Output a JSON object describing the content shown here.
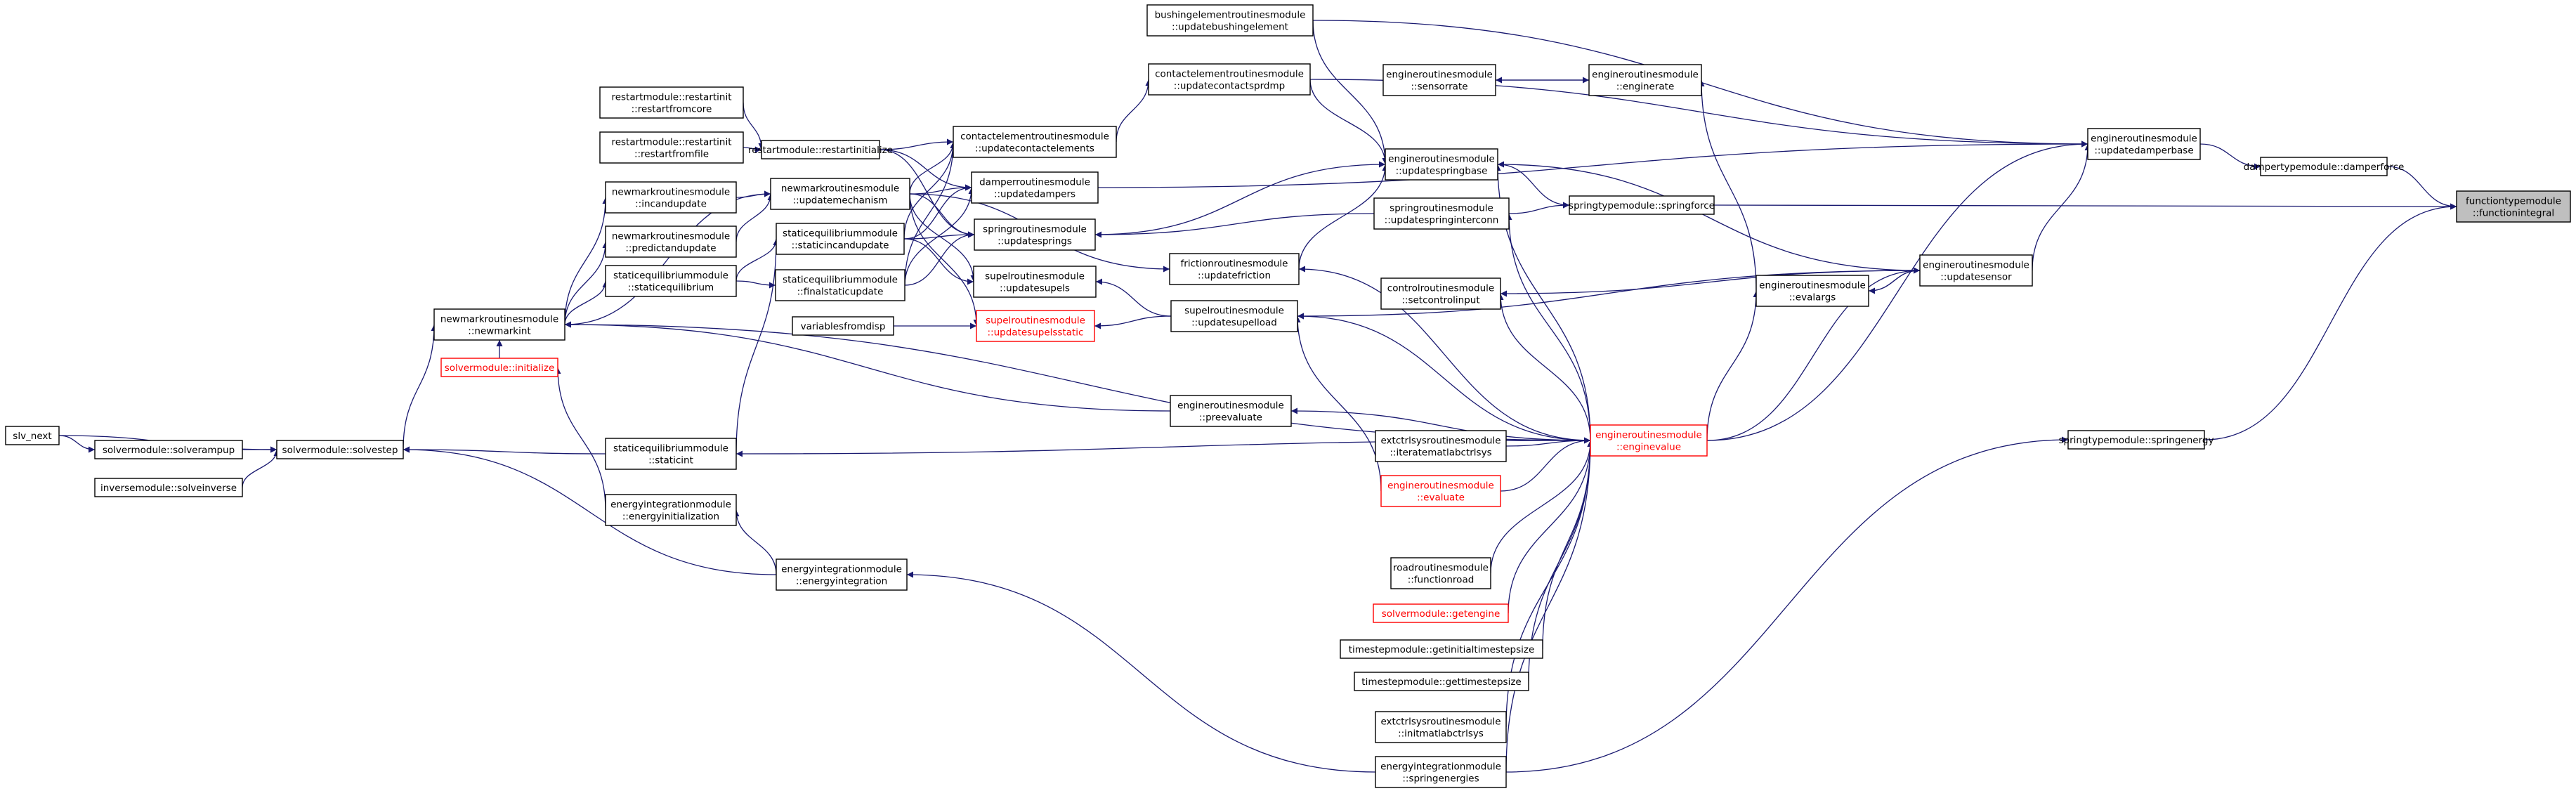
{
  "diagram": {
    "nodes": [
      {
        "id": "root",
        "lines": [
          "functiontypemodule",
          "::functionintegral"
        ],
        "style": "root"
      },
      {
        "id": "damperforce",
        "lines": [
          "dampertypemodule::damperforce"
        ]
      },
      {
        "id": "updatedamperbase",
        "lines": [
          "engineroutinesmodule",
          "::updatedamperbase"
        ]
      },
      {
        "id": "updatebushingelement",
        "lines": [
          "bushingelementroutinesmodule",
          "::updatebushingelement"
        ]
      },
      {
        "id": "updatecontactsprdmp",
        "lines": [
          "contactelementroutinesmodule",
          "::updatecontactsprdmp"
        ]
      },
      {
        "id": "sensorrate",
        "lines": [
          "engineroutinesmodule",
          "::sensorrate"
        ]
      },
      {
        "id": "enginerate",
        "lines": [
          "engineroutinesmodule",
          "::enginerate"
        ]
      },
      {
        "id": "restartfromcore",
        "lines": [
          "restartmodule::restartinit",
          "::restartfromcore"
        ]
      },
      {
        "id": "restartfromfile",
        "lines": [
          "restartmodule::restartinit",
          "::restartfromfile"
        ]
      },
      {
        "id": "restartinitialize",
        "lines": [
          "restartmodule::restartinitialize"
        ]
      },
      {
        "id": "updatecontactelements",
        "lines": [
          "contactelementroutinesmodule",
          "::updatecontactelements"
        ]
      },
      {
        "id": "updatespringbase",
        "lines": [
          "engineroutinesmodule",
          "::updatespringbase"
        ]
      },
      {
        "id": "updatemechanism",
        "lines": [
          "newmarkroutinesmodule",
          "::updatemechanism"
        ]
      },
      {
        "id": "updatedampers",
        "lines": [
          "damperroutinesmodule",
          "::updatedampers"
        ]
      },
      {
        "id": "incandupdate",
        "lines": [
          "newmarkroutinesmodule",
          "::incandupdate"
        ]
      },
      {
        "id": "predictandupdate",
        "lines": [
          "newmarkroutinesmodule",
          "::predictandupdate"
        ]
      },
      {
        "id": "springforce",
        "lines": [
          "springtypemodule::springforce"
        ]
      },
      {
        "id": "updatespringinterconn",
        "lines": [
          "springroutinesmodule",
          "::updatespringinterconn"
        ]
      },
      {
        "id": "updatesprings",
        "lines": [
          "springroutinesmodule",
          "::updatesprings"
        ]
      },
      {
        "id": "staticincandupdate",
        "lines": [
          "staticequilibriummodule",
          "::staticincandupdate"
        ]
      },
      {
        "id": "updatesupels",
        "lines": [
          "supelroutinesmodule",
          "::updatesupels"
        ]
      },
      {
        "id": "updatefriction",
        "lines": [
          "frictionroutinesmodule",
          "::updatefriction"
        ]
      },
      {
        "id": "updatesensor",
        "lines": [
          "engineroutinesmodule",
          "::updatesensor"
        ]
      },
      {
        "id": "finalstaticupdate",
        "lines": [
          "staticequilibriummodule",
          "::finalstaticupdate"
        ]
      },
      {
        "id": "staticequilibrium",
        "lines": [
          "staticequilibriummodule",
          "::staticequilibrium"
        ]
      },
      {
        "id": "setcontrolinput",
        "lines": [
          "controlroutinesmodule",
          "::setcontrolinput"
        ]
      },
      {
        "id": "evalargs",
        "lines": [
          "engineroutinesmodule",
          "::evalargs"
        ]
      },
      {
        "id": "updatesupelsstatic",
        "lines": [
          "supelroutinesmodule",
          "::updatesupelsstatic"
        ],
        "style": "red"
      },
      {
        "id": "updatesupelload",
        "lines": [
          "supelroutinesmodule",
          "::updatesupelload"
        ]
      },
      {
        "id": "variablesfromdisp",
        "lines": [
          "variablesfromdisp"
        ]
      },
      {
        "id": "newmarkint",
        "lines": [
          "newmarkroutinesmodule",
          "::newmarkint"
        ]
      },
      {
        "id": "initialize",
        "lines": [
          "solvermodule::initialize"
        ],
        "style": "red"
      },
      {
        "id": "preevaluate",
        "lines": [
          "engineroutinesmodule",
          "::preevaluate"
        ]
      },
      {
        "id": "enginevalue",
        "lines": [
          "engineroutinesmodule",
          "::enginevalue"
        ],
        "style": "red"
      },
      {
        "id": "springenergy",
        "lines": [
          "springtypemodule::springenergy"
        ]
      },
      {
        "id": "slv_next",
        "lines": [
          "slv_next"
        ]
      },
      {
        "id": "solverampup",
        "lines": [
          "solvermodule::solverampup"
        ]
      },
      {
        "id": "solvestep",
        "lines": [
          "solvermodule::solvestep"
        ]
      },
      {
        "id": "staticint",
        "lines": [
          "staticequilibriummodule",
          "::staticint"
        ]
      },
      {
        "id": "iteratematlabctrlsys",
        "lines": [
          "extctrlsysroutinesmodule",
          "::iteratematlabctrlsys"
        ]
      },
      {
        "id": "solveinverse",
        "lines": [
          "inversemodule::solveinverse"
        ]
      },
      {
        "id": "evaluate",
        "lines": [
          "engineroutinesmodule",
          "::evaluate"
        ],
        "style": "red"
      },
      {
        "id": "energyinitialization",
        "lines": [
          "energyintegrationmodule",
          "::energyinitialization"
        ]
      },
      {
        "id": "energyintegration",
        "lines": [
          "energyintegrationmodule",
          "::energyintegration"
        ]
      },
      {
        "id": "functionroad",
        "lines": [
          "roadroutinesmodule",
          "::functionroad"
        ]
      },
      {
        "id": "getengine",
        "lines": [
          "solvermodule::getengine"
        ],
        "style": "red"
      },
      {
        "id": "getinitialtimestepsize",
        "lines": [
          "timestepmodule::getinitialtimestepsize"
        ]
      },
      {
        "id": "gettimestepsize",
        "lines": [
          "timestepmodule::gettimestepsize"
        ]
      },
      {
        "id": "initmatlabctrlsys",
        "lines": [
          "extctrlsysroutinesmodule",
          "::initmatlabctrlsys"
        ]
      },
      {
        "id": "springenergies",
        "lines": [
          "energyintegrationmodule",
          "::springenergies"
        ]
      }
    ],
    "edges": [
      [
        "damperforce",
        "root"
      ],
      [
        "springforce",
        "root"
      ],
      [
        "springenergy",
        "root"
      ],
      [
        "updatedamperbase",
        "damperforce"
      ],
      [
        "updatebushingelement",
        "updatedamperbase"
      ],
      [
        "updatecontactsprdmp",
        "updatedamperbase"
      ],
      [
        "updatedampers",
        "updatedamperbase"
      ],
      [
        "updatesensor",
        "updatedamperbase"
      ],
      [
        "enginevalue",
        "updatedamperbase"
      ],
      [
        "updatespringbase",
        "springforce"
      ],
      [
        "updatespringinterconn",
        "springforce"
      ],
      [
        "springenergies",
        "springenergy"
      ],
      [
        "updatecontactelements",
        "updatecontactsprdmp"
      ],
      [
        "enginerate",
        "sensorrate"
      ],
      [
        "sensorrate",
        "enginerate"
      ],
      [
        "evalargs",
        "enginerate"
      ],
      [
        "restartfromcore",
        "restartinitialize"
      ],
      [
        "restartfromfile",
        "restartinitialize"
      ],
      [
        "updatemechanism",
        "updatecontactelements"
      ],
      [
        "staticincandupdate",
        "updatecontactelements"
      ],
      [
        "restartinitialize",
        "updatecontactelements"
      ],
      [
        "finalstaticupdate",
        "updatecontactelements"
      ],
      [
        "updatebushingelement",
        "updatespringbase"
      ],
      [
        "updatecontactsprdmp",
        "updatespringbase"
      ],
      [
        "updatesprings",
        "updatespringbase"
      ],
      [
        "updatefriction",
        "updatespringbase"
      ],
      [
        "updatesensor",
        "updatespringbase"
      ],
      [
        "enginevalue",
        "updatespringbase"
      ],
      [
        "incandupdate",
        "updatemechanism"
      ],
      [
        "predictandupdate",
        "updatemechanism"
      ],
      [
        "newmarkint",
        "updatemechanism"
      ],
      [
        "updatemechanism",
        "updatedampers"
      ],
      [
        "staticincandupdate",
        "updatedampers"
      ],
      [
        "restartinitialize",
        "updatedampers"
      ],
      [
        "finalstaticupdate",
        "updatedampers"
      ],
      [
        "newmarkint",
        "incandupdate"
      ],
      [
        "newmarkint",
        "predictandupdate"
      ],
      [
        "updatespringinterconn",
        "updatesprings"
      ],
      [
        "updatemechanism",
        "updatesprings"
      ],
      [
        "staticincandupdate",
        "updatesprings"
      ],
      [
        "restartinitialize",
        "updatesprings"
      ],
      [
        "finalstaticupdate",
        "updatesprings"
      ],
      [
        "enginevalue",
        "updatespringinterconn"
      ],
      [
        "staticequilibrium",
        "staticincandupdate"
      ],
      [
        "staticint",
        "staticincandupdate"
      ],
      [
        "updatemechanism",
        "updatesupels"
      ],
      [
        "staticincandupdate",
        "updatesupels"
      ],
      [
        "updatemechanism",
        "updatesupelsstatic"
      ],
      [
        "variablesfromdisp",
        "updatesupelsstatic"
      ],
      [
        "updatesupelload",
        "updatesupels"
      ],
      [
        "updatesupelload",
        "updatesupelsstatic"
      ],
      [
        "enginevalue",
        "updatesupelload"
      ],
      [
        "updatesensor",
        "updatesupelload"
      ],
      [
        "evaluate",
        "updatesupelload"
      ],
      [
        "updatemechanism",
        "updatefriction"
      ],
      [
        "enginevalue",
        "updatefriction"
      ],
      [
        "evalargs",
        "updatesensor"
      ],
      [
        "enginevalue",
        "updatesensor"
      ],
      [
        "staticequilibrium",
        "finalstaticupdate"
      ],
      [
        "newmarkint",
        "staticequilibrium"
      ],
      [
        "updatesensor",
        "setcontrolinput"
      ],
      [
        "enginevalue",
        "setcontrolinput"
      ],
      [
        "enginevalue",
        "evalargs"
      ],
      [
        "updatesensor",
        "evalargs"
      ],
      [
        "solvestep",
        "newmarkint"
      ],
      [
        "initialize",
        "newmarkint"
      ],
      [
        "energyinitialization",
        "initialize"
      ],
      [
        "preevaluate",
        "newmarkint"
      ],
      [
        "enginevalue",
        "newmarkint"
      ],
      [
        "enginevalue",
        "preevaluate"
      ],
      [
        "slv_next",
        "solvestep"
      ],
      [
        "solverampup",
        "solvestep"
      ],
      [
        "solveinverse",
        "solvestep"
      ],
      [
        "slv_next",
        "solverampup"
      ],
      [
        "staticint",
        "solvestep"
      ],
      [
        "energyintegration",
        "solvestep"
      ],
      [
        "enginevalue",
        "staticint"
      ],
      [
        "iteratematlabctrlsys",
        "enginevalue"
      ],
      [
        "evaluate",
        "enginevalue"
      ],
      [
        "functionroad",
        "enginevalue"
      ],
      [
        "getengine",
        "enginevalue"
      ],
      [
        "getinitialtimestepsize",
        "enginevalue"
      ],
      [
        "gettimestepsize",
        "enginevalue"
      ],
      [
        "initmatlabctrlsys",
        "enginevalue"
      ],
      [
        "springenergies",
        "enginevalue"
      ],
      [
        "energyintegration",
        "energyinitialization"
      ],
      [
        "springenergies",
        "energyintegration"
      ]
    ]
  }
}
